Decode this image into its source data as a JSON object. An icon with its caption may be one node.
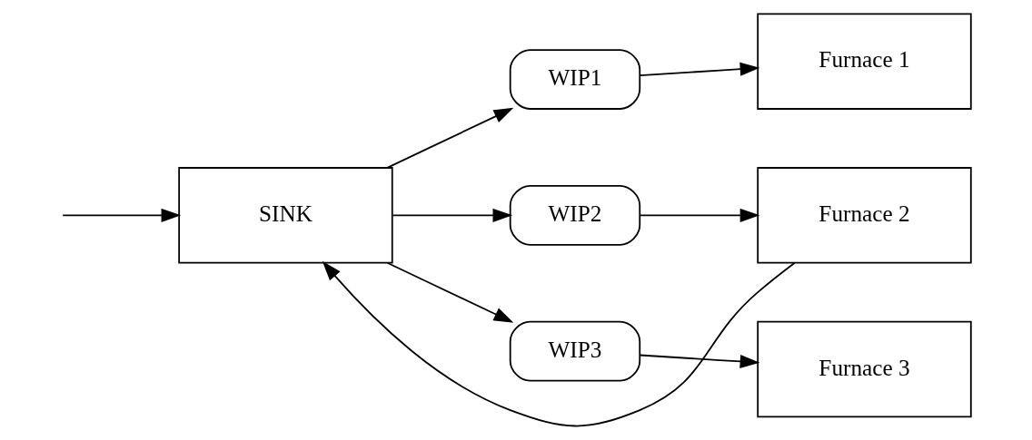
{
  "diagram": {
    "nodes": [
      {
        "text": [
          "SINK"
        ]
      },
      {
        "text": [
          "WIP1"
        ]
      },
      {
        "text": [
          "WIP2"
        ]
      },
      {
        "text": [
          "WIP3"
        ]
      },
      {
        "text": [
          "Furnace 1"
        ]
      },
      {
        "text": [
          "Furnace 2"
        ]
      },
      {
        "text": [
          "Furnace 3"
        ]
      }
    ],
    "edges": [
      {
        "from": null,
        "to": 0,
        "arrow": "to"
      },
      {
        "from": 0,
        "to": 1,
        "arrow": "to"
      },
      {
        "from": 0,
        "to": 2,
        "arrow": "to"
      },
      {
        "from": 0,
        "to": 3,
        "arrow": "to"
      },
      {
        "from": 1,
        "to": 4,
        "arrow": "to"
      },
      {
        "from": 2,
        "to": 5,
        "arrow": "to"
      },
      {
        "from": 3,
        "to": 6,
        "arrow": "to"
      },
      {
        "from": 5,
        "to": 0,
        "arrow": "to"
      }
    ]
  }
}
